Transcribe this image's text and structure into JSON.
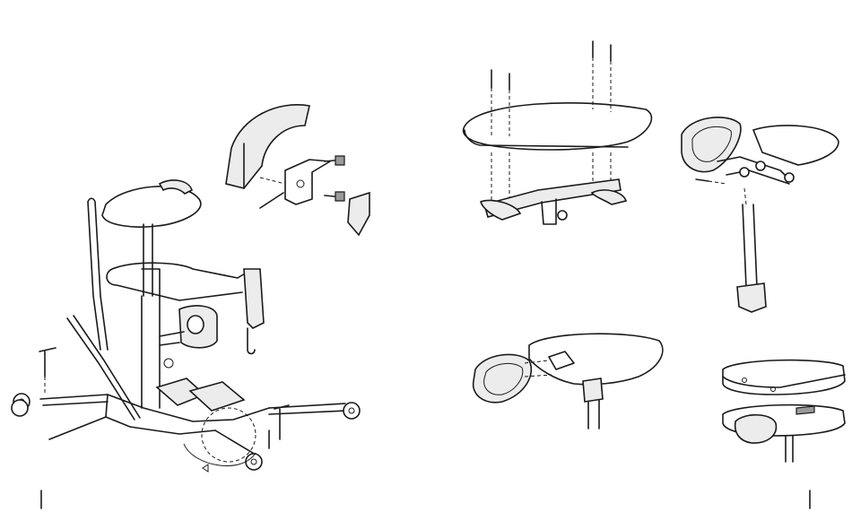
{
  "figure": {
    "panels": [
      {
        "id": "standing-frame-assembly",
        "callout": "mounting-bracket-detail"
      },
      {
        "id": "tray-assembly"
      },
      {
        "id": "seat-with-backrest"
      },
      {
        "id": "tray-with-pad"
      },
      {
        "id": "tray-stack"
      }
    ],
    "page_markers": [
      "left",
      "right"
    ],
    "colors": {
      "line": "#1a1a1a",
      "fill_light": "#ececec",
      "fill_dark": "#9a9a9a"
    }
  }
}
